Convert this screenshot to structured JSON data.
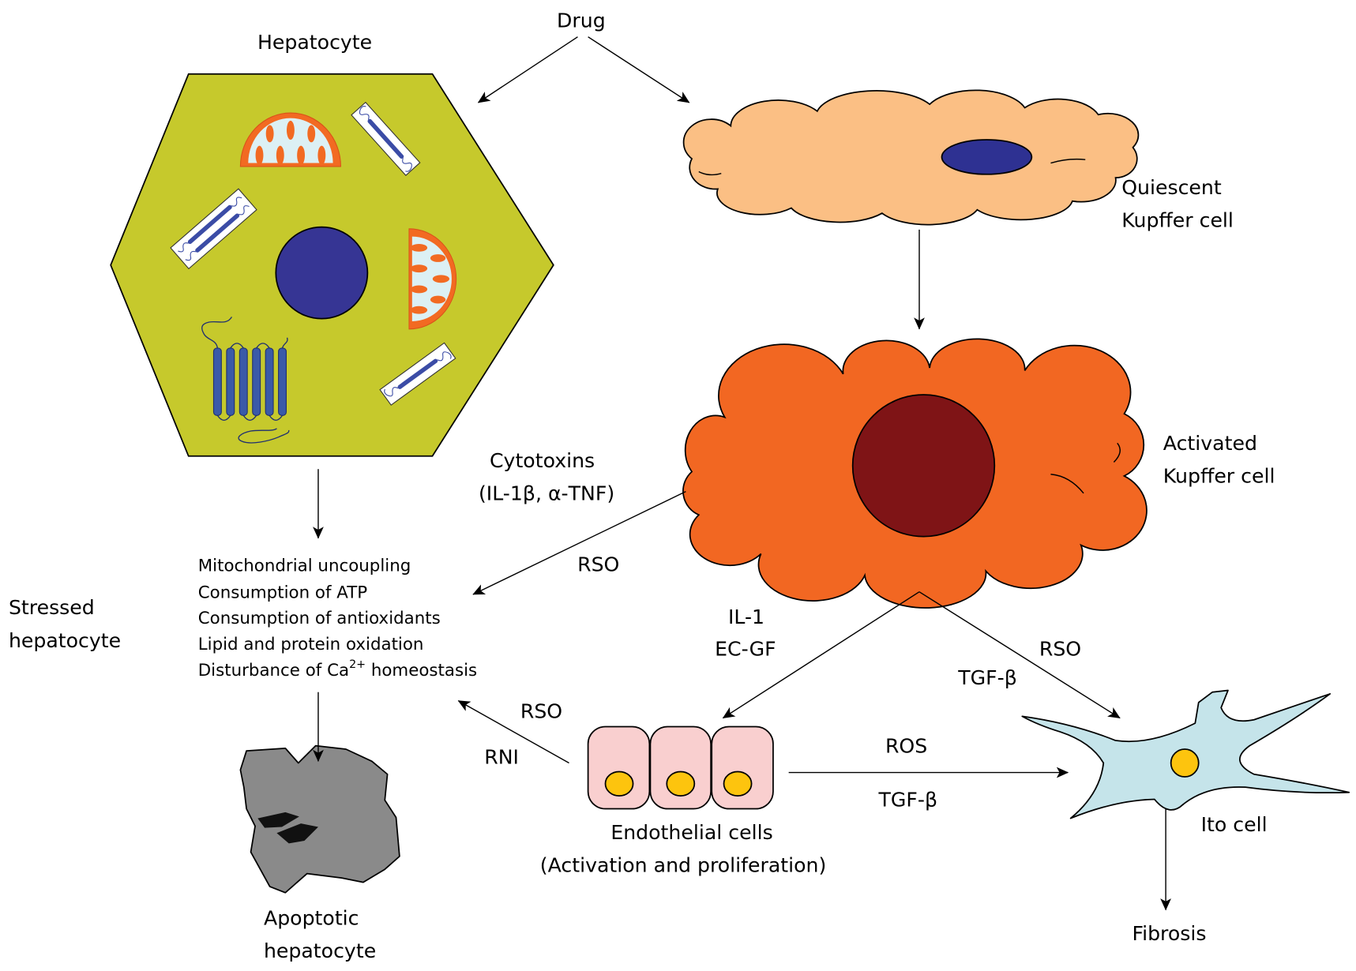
{
  "diagram": {
    "drug": "Drug",
    "hepatocyte_title": "Hepatocyte",
    "quiescent_kupffer": {
      "line1": "Quiescent",
      "line2": "Kupffer cell"
    },
    "activated_kupffer": {
      "line1": "Activated",
      "line2": "Kupffer cell"
    },
    "cytotoxins": {
      "line1": "Cytotoxins",
      "line2": "(IL-1β, α-TNF)"
    },
    "kupffer_to_hepatocyte": "RSO",
    "stress_effects": [
      "Mitochondrial uncoupling",
      "Consumption of ATP",
      "Consumption of antioxidants",
      "Lipid and protein oxidation"
    ],
    "calcium": {
      "prefix": "Disturbance of Ca",
      "sup": "2+",
      "suffix": " homeostasis"
    },
    "stressed_hepatocyte": {
      "line1": "Stressed",
      "line2": "hepatocyte"
    },
    "kupffer_to_endothelial": {
      "line1": "IL-1",
      "line2": "EC-GF"
    },
    "kupffer_to_ito": {
      "line1": "RSO",
      "line2": "TGF-β"
    },
    "endothelial_to_hepatocyte": {
      "line1": "RSO",
      "line2": "RNI"
    },
    "endothelial_to_ito": {
      "line1": "ROS",
      "line2": "TGF-β"
    },
    "endothelial": {
      "line1": "Endothelial cells",
      "line2": "(Activation and proliferation)"
    },
    "ito": "Ito cell",
    "apoptotic": {
      "line1": "Apoptotic",
      "line2": "hepatocyte"
    },
    "fibrosis": "Fibrosis"
  },
  "colors": {
    "hepatocyte": "#c6c92c",
    "hepatocyte_nucleus": "#363594",
    "mitochondria": "#f26a22",
    "mitochondria_inner": "#dcf0f4",
    "er_membrane": "#3b4ca6",
    "quiescent_kupffer": "#fbbf84",
    "quiescent_nucleus": "#2e3192",
    "activated_kupffer": "#f26722",
    "activated_nucleus": "#7f1416",
    "endothelial": "#f9cfcf",
    "cell_nucleus_yellow": "#fdc40e",
    "ito": "#c5e4ea",
    "apoptotic": "#8a8a8a"
  }
}
